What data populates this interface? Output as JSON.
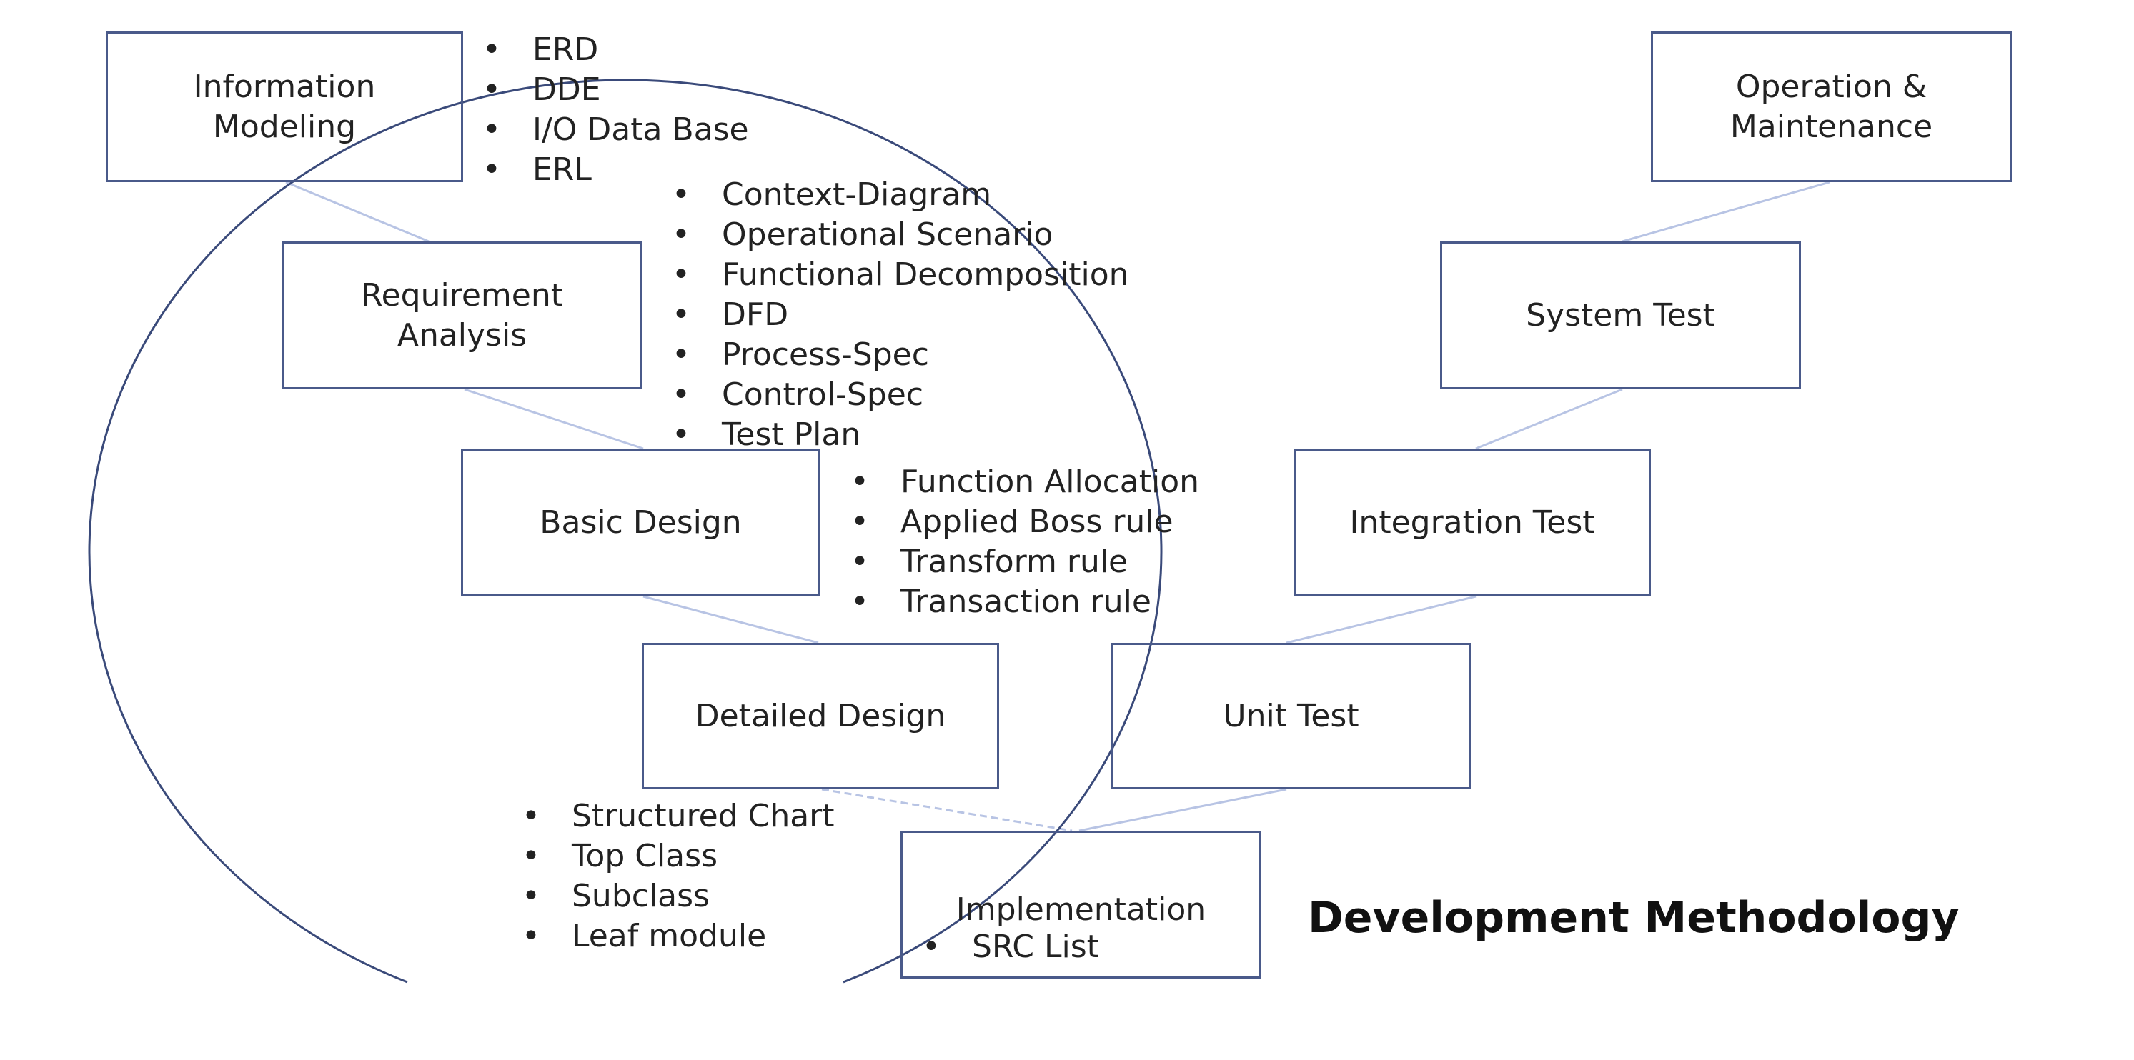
{
  "diagram": {
    "title": "Development Methodology",
    "colors": {
      "box_border": "#4a5a8a",
      "connector": "#b8c4e4",
      "circle": "#3a4a7a"
    },
    "boxes": {
      "information_modeling": "Information\nModeling",
      "requirement_analysis": "Requirement\nAnalysis",
      "basic_design": "Basic Design",
      "detailed_design": "Detailed Design",
      "implementation": "Implementation",
      "unit_test": "Unit Test",
      "integration_test": "Integration Test",
      "system_test": "System Test",
      "operation_maintenance": "Operation &\nMaintenance"
    },
    "bullet_lists": {
      "information_modeling": [
        "ERD",
        "DDE",
        "I/O Data Base",
        "ERL"
      ],
      "requirement_analysis": [
        "Context-Diagram",
        "Operational Scenario",
        "Functional Decomposition",
        "DFD",
        "Process-Spec",
        "Control-Spec",
        "Test Plan"
      ],
      "basic_design": [
        "Function Allocation",
        "Applied Boss rule",
        "Transform rule",
        "Transaction rule"
      ],
      "detailed_design": [
        "Structured Chart",
        "Top Class",
        "Subclass",
        "Leaf module"
      ],
      "implementation": [
        "SRC List"
      ]
    }
  }
}
